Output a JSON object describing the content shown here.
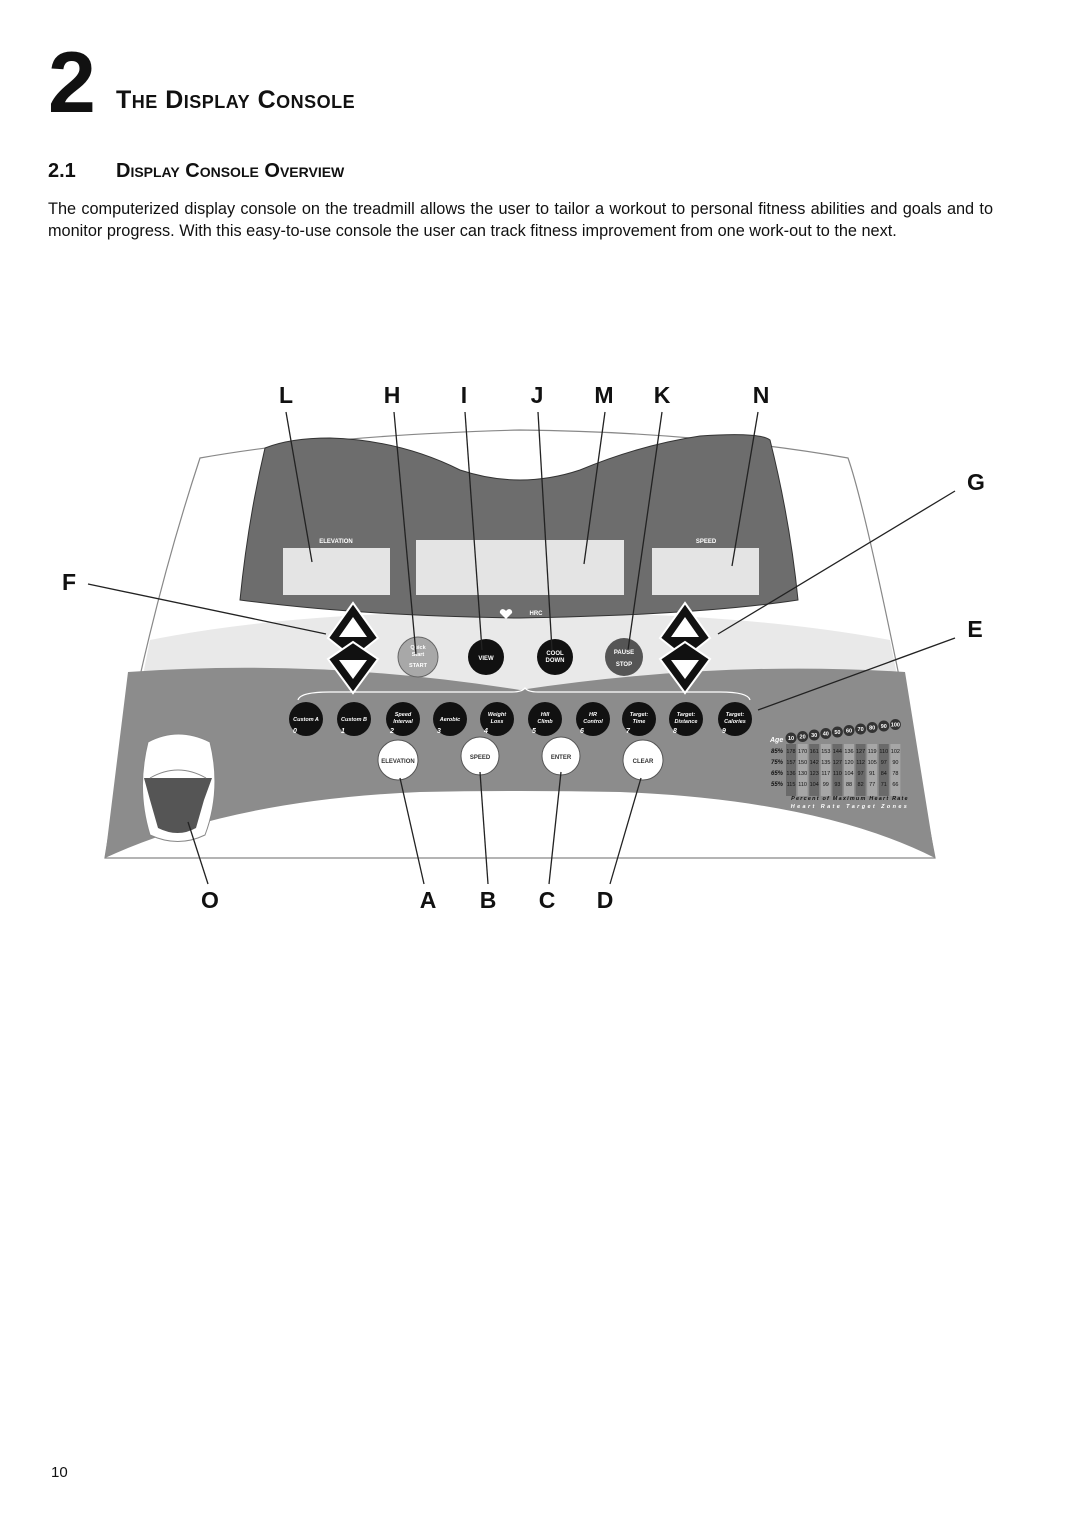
{
  "chapter": {
    "number": "2",
    "title": "The Display Console"
  },
  "section": {
    "number": "2.1",
    "title": "Display Console Overview"
  },
  "intro": "The computerized display console on the treadmill allows the user to tailor a workout to personal fitness abilities and goals and to monitor progress. With this easy-to-use console the user can track fitness improvement from one work-out to the next.",
  "callouts": {
    "L": "L",
    "H": "H",
    "I": "I",
    "J": "J",
    "M": "M",
    "K": "K",
    "N": "N",
    "G": "G",
    "F": "F",
    "E": "E",
    "O": "O",
    "A": "A",
    "B": "B",
    "C": "C",
    "D": "D"
  },
  "console": {
    "windows": {
      "elevation": "ELEVATION",
      "speed": "SPEED",
      "hrc": "HRC"
    },
    "buttons": {
      "quick_start_top": "Quick",
      "quick_start_mid": "Start",
      "quick_start_bottom": "START",
      "view": "VIEW",
      "cool_down_1": "COOL",
      "cool_down_2": "DOWN",
      "pause": "PAUSE",
      "stop": "STOP",
      "elevation": "ELEVATION",
      "speed": "SPEED",
      "enter": "ENTER",
      "clear": "CLEAR"
    },
    "programs": [
      {
        "l1": "Custom A",
        "l2": "",
        "num": "0"
      },
      {
        "l1": "Custom B",
        "l2": "",
        "num": "1"
      },
      {
        "l1": "Speed",
        "l2": "Interval",
        "num": "2"
      },
      {
        "l1": "Aerobic",
        "l2": "",
        "num": "3"
      },
      {
        "l1": "Weight",
        "l2": "Loss",
        "num": "4"
      },
      {
        "l1": "Hill",
        "l2": "Climb",
        "num": "5"
      },
      {
        "l1": "HR",
        "l2": "Control",
        "num": "6"
      },
      {
        "l1": "Target:",
        "l2": "Time",
        "num": "7"
      },
      {
        "l1": "Target:",
        "l2": "Distance",
        "num": "8"
      },
      {
        "l1": "Target:",
        "l2": "Calories",
        "num": "9"
      }
    ],
    "hr_table": {
      "age_label": "Age",
      "ages": [
        "10",
        "20",
        "30",
        "40",
        "50",
        "60",
        "70",
        "80",
        "90",
        "100"
      ],
      "rows": [
        {
          "pct": "85%",
          "values": [
            "178",
            "170",
            "161",
            "153",
            "144",
            "136",
            "127",
            "119",
            "110",
            "102"
          ]
        },
        {
          "pct": "75%",
          "values": [
            "157",
            "150",
            "142",
            "135",
            "127",
            "120",
            "112",
            "105",
            "97",
            "90"
          ]
        },
        {
          "pct": "65%",
          "values": [
            "136",
            "130",
            "123",
            "117",
            "110",
            "104",
            "97",
            "91",
            "84",
            "78"
          ]
        },
        {
          "pct": "55%",
          "values": [
            "115",
            "110",
            "104",
            "99",
            "93",
            "88",
            "82",
            "77",
            "71",
            "66"
          ]
        }
      ],
      "caption1": "Percent of Maximum Heart Rate",
      "caption2": "Heart Rate Target Zones"
    }
  },
  "page_number": "10"
}
